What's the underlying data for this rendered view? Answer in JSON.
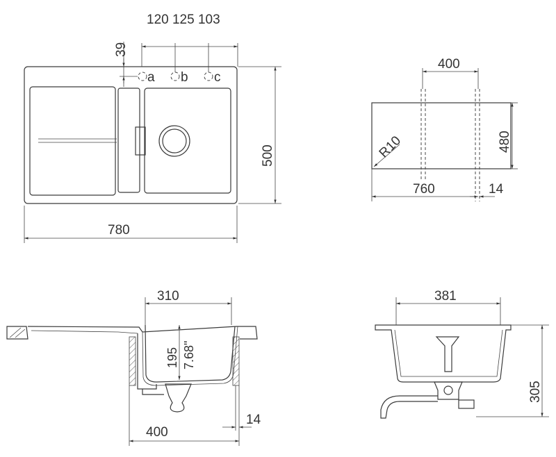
{
  "top_view": {
    "tap_spacing_labels": "120 125 103",
    "tap_offset": "39",
    "tap_holes": [
      "a",
      "b",
      "c"
    ],
    "height": "500",
    "width": "780"
  },
  "cutout_view": {
    "inner_width": "400",
    "height": "480",
    "radius": "R10",
    "width": "760",
    "margin": "14"
  },
  "side_section": {
    "bowl_width": "310",
    "depth_mm": "195",
    "depth_in": "7.68\"",
    "cabinet_width": "400",
    "offset": "14"
  },
  "end_section": {
    "bowl_width": "381",
    "total_depth": "305"
  }
}
